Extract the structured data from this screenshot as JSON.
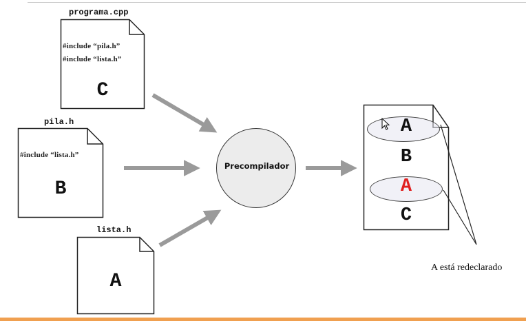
{
  "files": {
    "programa": {
      "title": "programa.cpp",
      "include1": "#include “pila.h”",
      "include2": "#include “lista.h”",
      "letter": "C"
    },
    "pila": {
      "title": "pila.h",
      "include1": "#include “lista.h”",
      "letter": "B"
    },
    "lista": {
      "title": "lista.h",
      "letter": "A"
    }
  },
  "precompiler": {
    "label": "Precompilador"
  },
  "output": {
    "letters": [
      "A",
      "B",
      "A",
      "C"
    ],
    "highlight_color": "#e02020"
  },
  "note": "A está redeclarado",
  "colors": {
    "arrow": "#9a9a9a",
    "circle_fill": "#ececec"
  }
}
